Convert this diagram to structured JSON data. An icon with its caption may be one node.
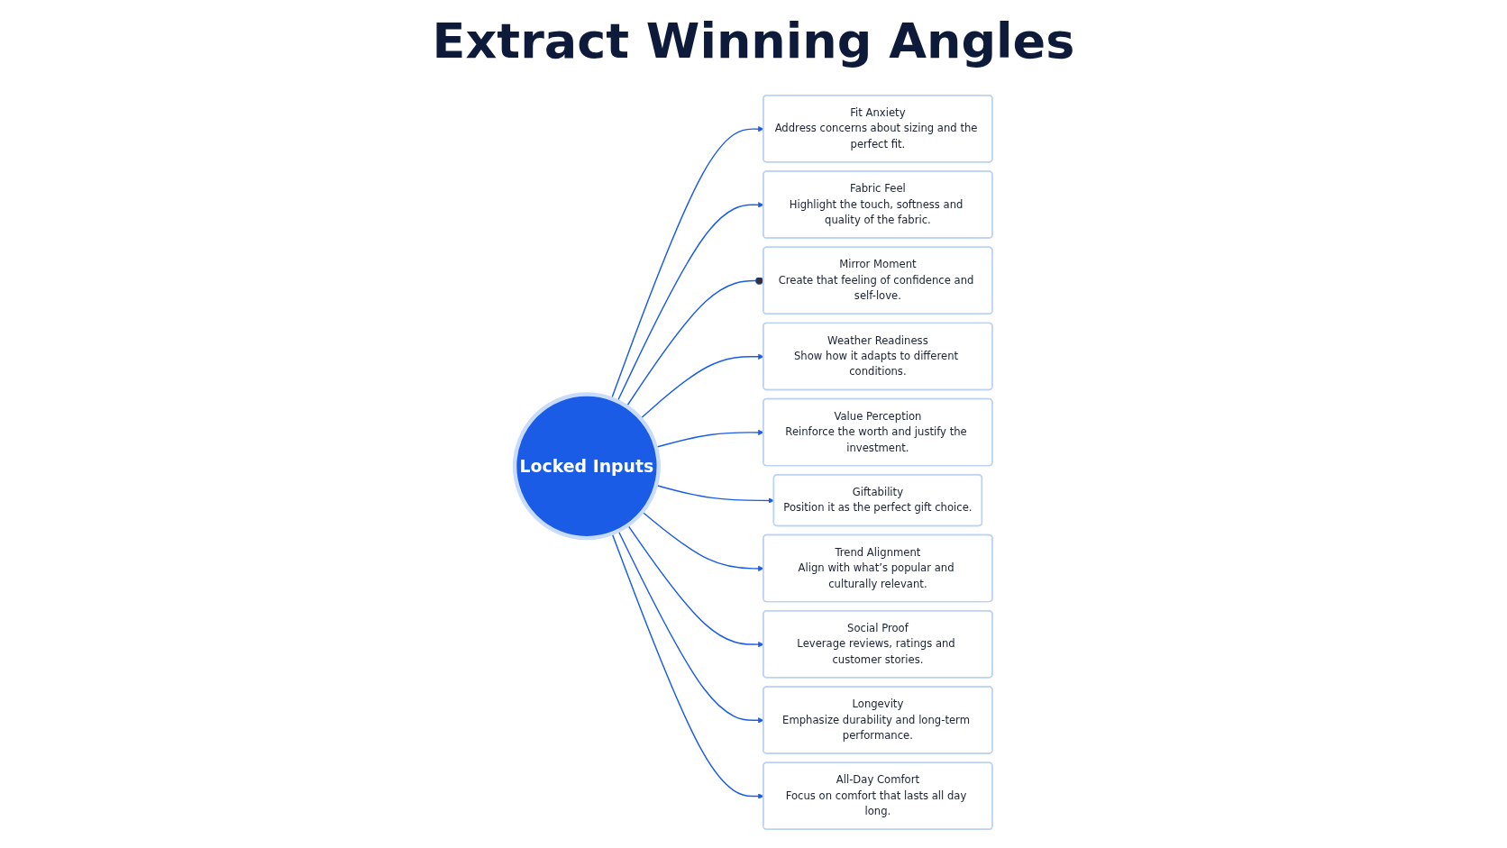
{
  "diagram": {
    "title": "Extract Winning Angles",
    "nodes": [
      {
        "text": [
          "Locked Inputs"
        ]
      },
      {
        "text": [
          "Fit Anxiety",
          "Address concerns about sizing and the perfect fit."
        ]
      },
      {
        "text": [
          "Fabric Feel",
          "Highlight the touch, softness and quality of the fabric."
        ]
      },
      {
        "text": [
          "Mirror Moment",
          "Create that feeling of confidence and self-love."
        ]
      },
      {
        "text": [
          "Weather Readiness",
          "Show how it adapts to different conditions."
        ]
      },
      {
        "text": [
          "Value Perception",
          "Reinforce the worth and justify the investment."
        ]
      },
      {
        "text": [
          "Giftability",
          "Position it as the perfect gift choice."
        ]
      },
      {
        "text": [
          "Trend Alignment",
          "Align with what’s popular and culturally relevant."
        ]
      },
      {
        "text": [
          "Social Proof",
          "Leverage reviews, ratings and customer stories."
        ]
      },
      {
        "text": [
          "Longevity",
          "Emphasize durability and long-term performance."
        ]
      },
      {
        "text": [
          "All-Day Comfort",
          "Focus on comfort that lasts all day long."
        ]
      }
    ],
    "edges": [
      {
        "from": 0,
        "to": 1,
        "arrow": "to"
      },
      {
        "from": 0,
        "to": 2,
        "arrow": "to"
      },
      {
        "from": 0,
        "to": 3,
        "arrow": "other"
      },
      {
        "from": 0,
        "to": 4,
        "arrow": "to"
      },
      {
        "from": 0,
        "to": 5,
        "arrow": "to"
      },
      {
        "from": 0,
        "to": 6,
        "arrow": "to"
      },
      {
        "from": 0,
        "to": 7,
        "arrow": "to"
      },
      {
        "from": 0,
        "to": 8,
        "arrow": "to"
      },
      {
        "from": 0,
        "to": 9,
        "arrow": "to"
      },
      {
        "from": 0,
        "to": 10,
        "arrow": "to"
      }
    ]
  }
}
